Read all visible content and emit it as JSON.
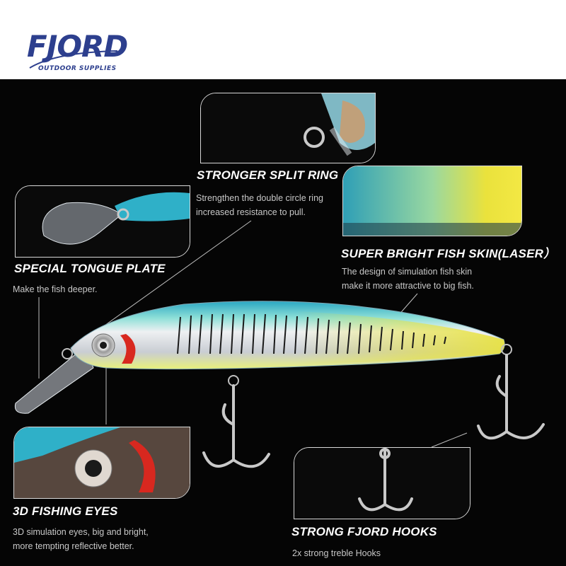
{
  "brand": {
    "name": "FJORD",
    "tagline": "OUTDOOR SUPPLIES",
    "color": "#2d3f8e"
  },
  "features": {
    "split_ring": {
      "title": "STRONGER SPLIT RING",
      "lines": [
        "Strengthen the double circle ring",
        "increased resistance to pull."
      ]
    },
    "fish_skin": {
      "title": "SUPER BRIGHT FISH SKIN(LASER）",
      "lines": [
        "The design of simulation fish skin",
        "make it more attractive to big fish."
      ]
    },
    "tongue_plate": {
      "title": "SPECIAL TONGUE PLATE",
      "lines": [
        "Make the fish deeper."
      ]
    },
    "fishing_eyes": {
      "title": "3D FISHING EYES",
      "lines": [
        "3D simulation eyes, big and bright,",
        "more tempting reflective better."
      ]
    },
    "hooks": {
      "title": "STRONG FJORD HOOKS",
      "lines": [
        "2x strong treble Hooks"
      ]
    }
  },
  "colors": {
    "background": "#030303",
    "header": "#ffffff",
    "lure_back": "#3fb8c8",
    "lure_yellow": "#e8e23a",
    "lure_belly": "#d8d8dc"
  }
}
